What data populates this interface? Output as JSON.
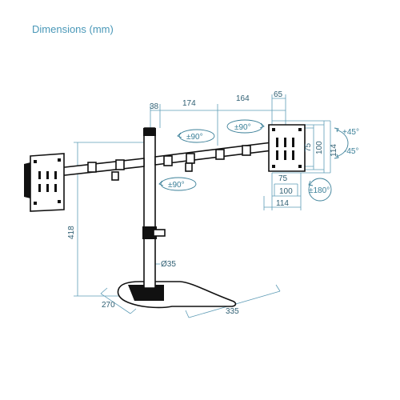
{
  "title": "Dimensions (mm)",
  "labels": {
    "d38": "38",
    "d174": "174",
    "d164": "164",
    "d65": "65",
    "d75v": "75",
    "d100v": "100",
    "d114v": "114",
    "d75h": "75",
    "d100h": "100",
    "d114h": "114",
    "d418": "418",
    "d35": "Ø35",
    "d270": "270",
    "d335": "335"
  },
  "rotations": {
    "swivel_arm_left": "±90°",
    "swivel_arm_right": "±90°",
    "swivel_lower": "±90°",
    "tilt_up": "+45°",
    "tilt_down": "-45°",
    "rotate": "±180°"
  },
  "colors": {
    "dimension": "#5e9cb6",
    "title": "#4a98b8",
    "line_art": "#111111"
  }
}
